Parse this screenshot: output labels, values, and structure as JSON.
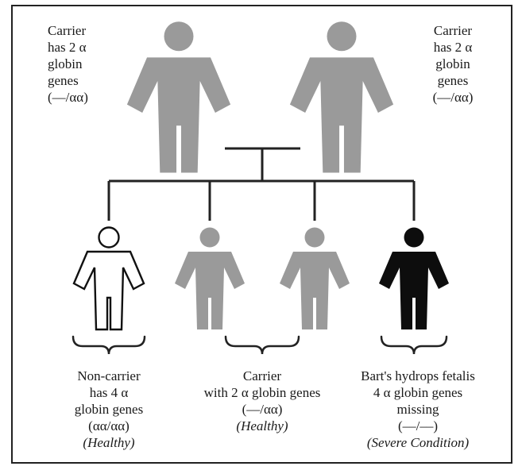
{
  "colors": {
    "carrier": "#9a9a9a",
    "noncarrier_fill": "#ffffff",
    "noncarrier_stroke": "#111111",
    "affected": "#0d0d0d",
    "line": "#222222"
  },
  "parents": {
    "left": {
      "lines": [
        "Carrier",
        "has 2 α",
        "globin",
        "genes",
        "(––/αα)"
      ]
    },
    "right": {
      "lines": [
        "Carrier",
        "has 2 α",
        "globin",
        "genes",
        "(––/αα)"
      ]
    }
  },
  "children": {
    "noncarrier": {
      "lines": [
        "Non-carrier",
        "has 4 α",
        "globin genes",
        "(αα/αα)"
      ],
      "status": "(Healthy)"
    },
    "carrier": {
      "lines": [
        "Carrier",
        "with 2 α globin genes",
        "(––/αα)"
      ],
      "status": "(Healthy)"
    },
    "affected": {
      "lines": [
        "Bart's hydrops fetalis",
        "4 α globin genes",
        "missing",
        "(––/––)"
      ],
      "status": "(Severe Condition)"
    }
  }
}
